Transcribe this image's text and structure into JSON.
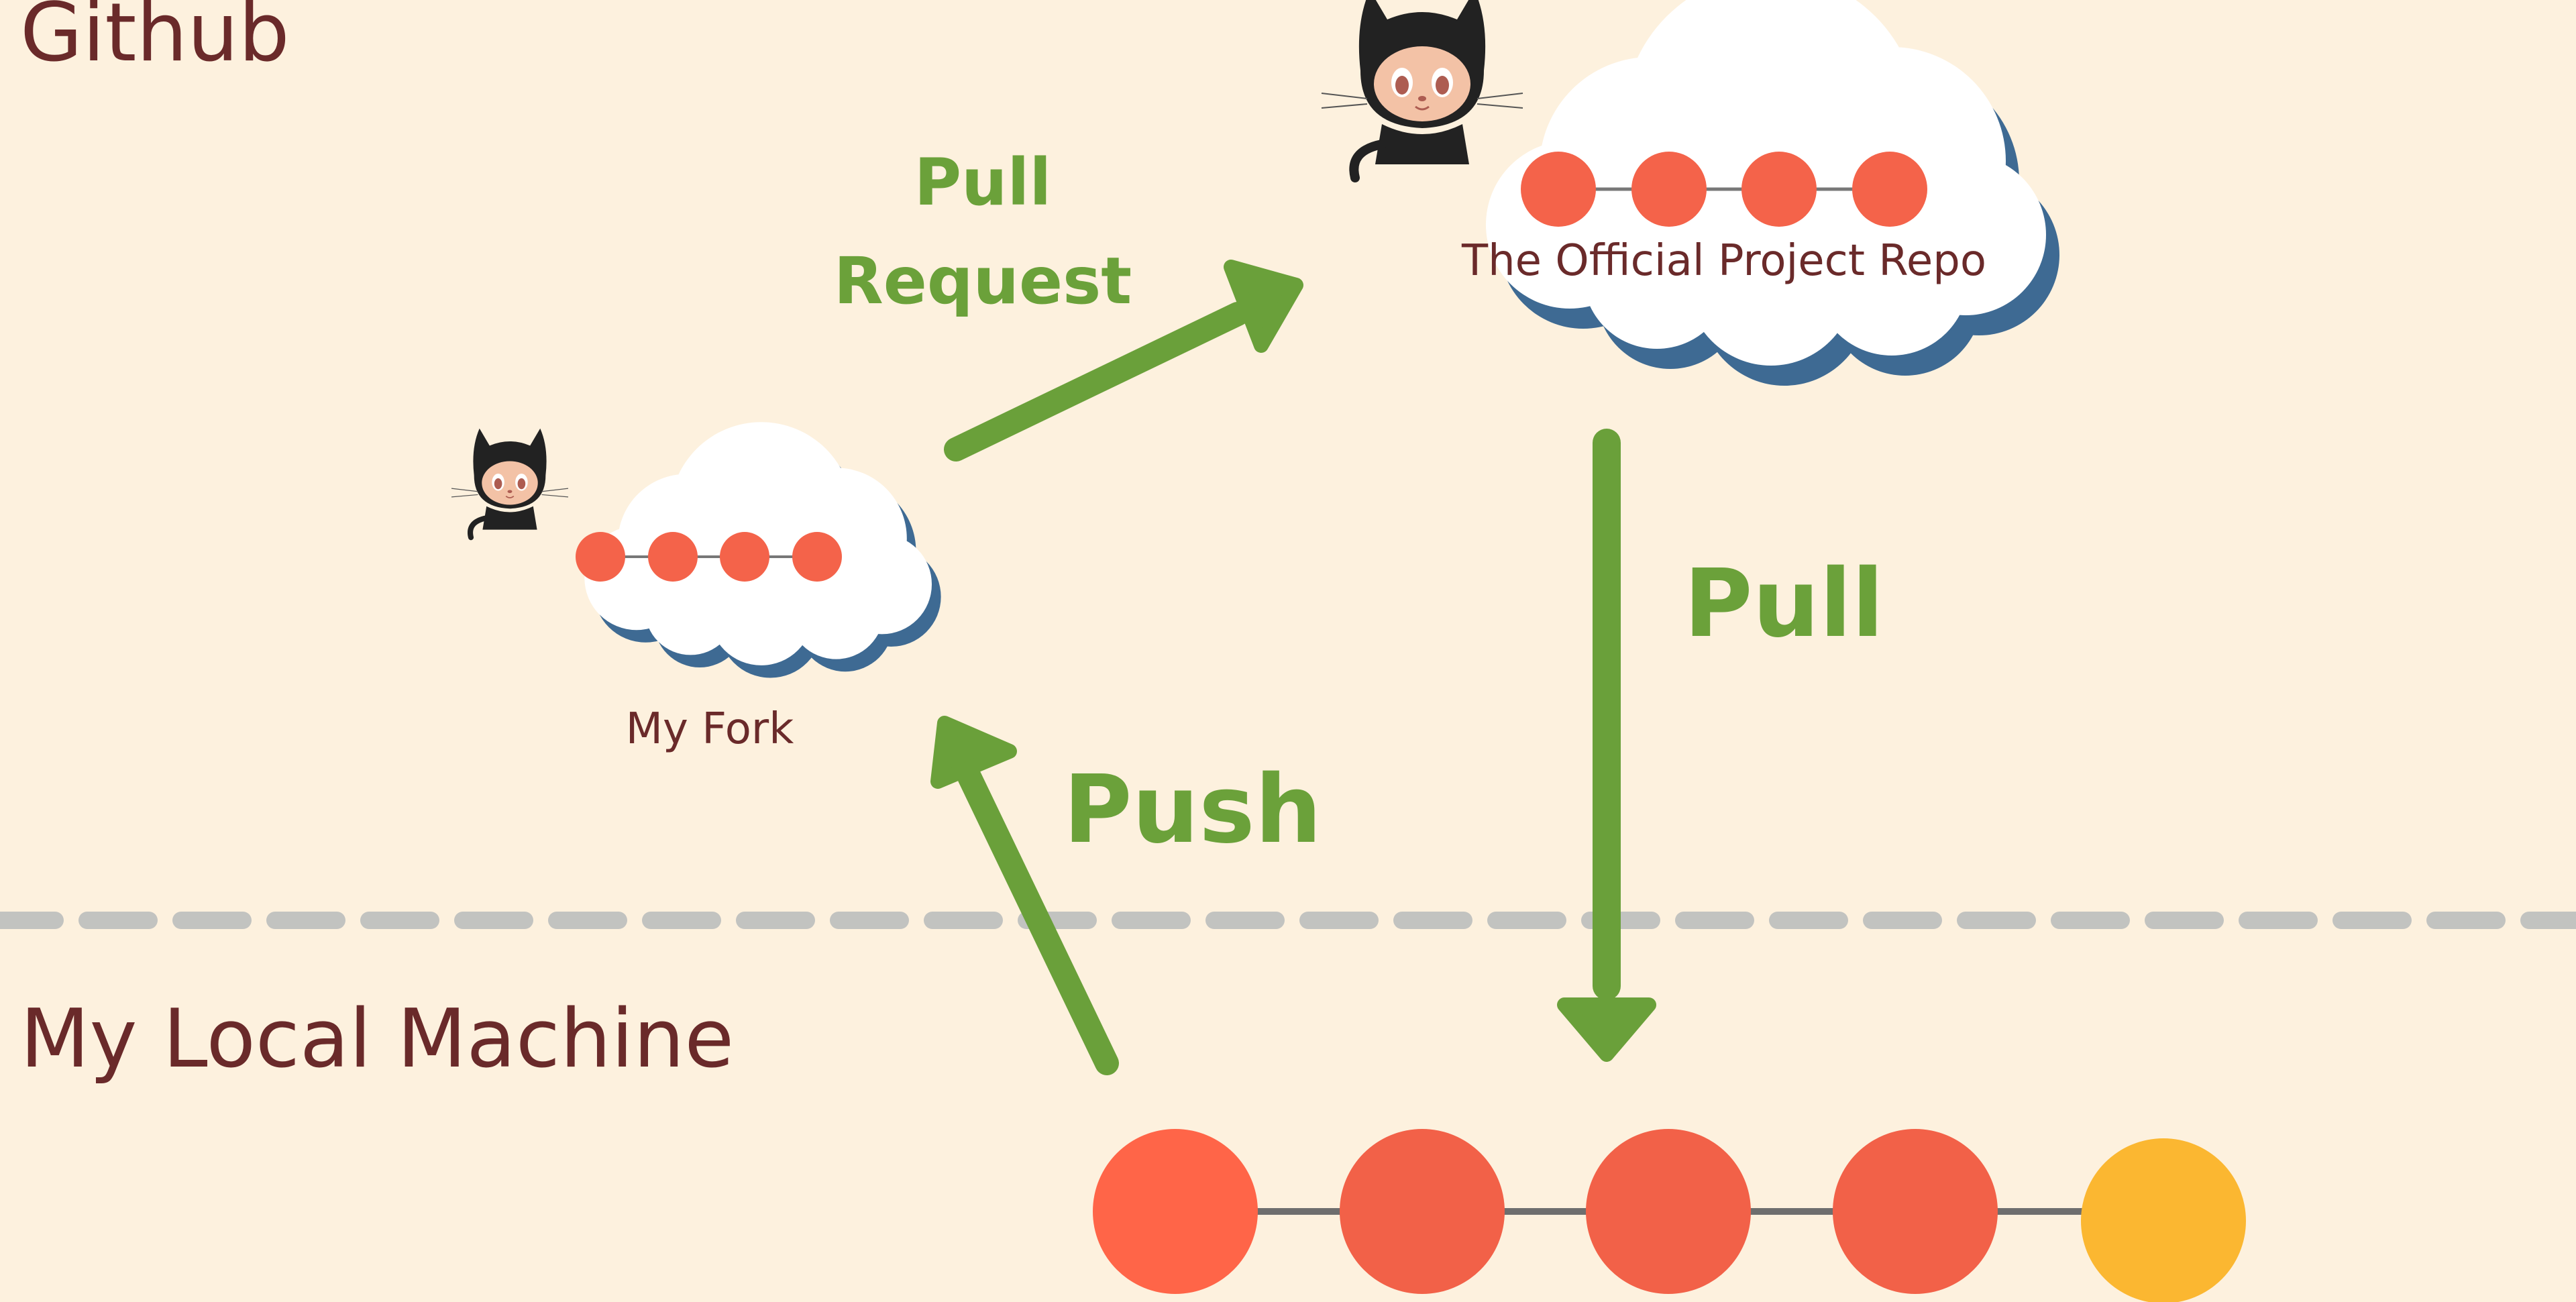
{
  "sections": {
    "github": "Github",
    "local": "My Local Machine"
  },
  "clouds": {
    "fork": {
      "label": "My Fork",
      "commits": 4
    },
    "official": {
      "label": "The Official Project Repo",
      "commits": 4
    }
  },
  "arrows": {
    "pull_request_line1": "Pull",
    "pull_request_line2": "Request",
    "pull": "Pull",
    "push": "Push"
  },
  "local_commits": {
    "count": 5,
    "colors": [
      "#ff6548",
      "#f26148",
      "#f26148",
      "#f26148",
      "#fbb731"
    ]
  },
  "colors": {
    "background": "#fdf1de",
    "commit": "#f4634a",
    "arrow": "#6aa03a",
    "cloud_shadow": "#3e6a93",
    "divider": "#c2c3c0",
    "heading": "#6a2a2a",
    "octocat": "#222222"
  },
  "icons": [
    "octocat-icon",
    "octocat-icon"
  ]
}
